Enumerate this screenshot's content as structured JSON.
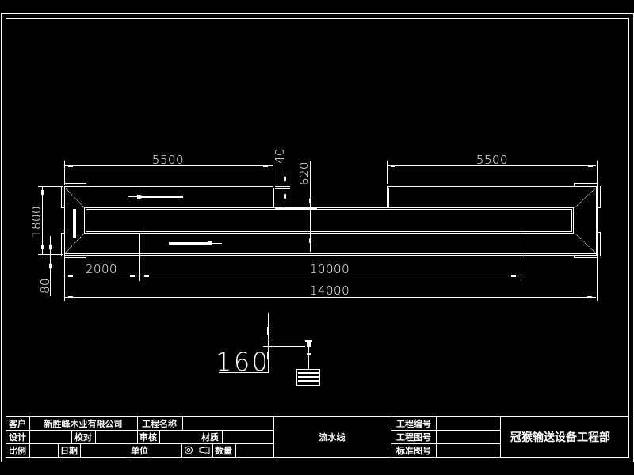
{
  "drawing": {
    "background_color": "#000000",
    "line_color": "#ffffff",
    "dimensions": {
      "left_top_length": "5500",
      "right_top_length": "5500",
      "gap_40": "40",
      "gap_620": "620",
      "width_1800": "1800",
      "offset_80": "80",
      "segment_2000": "2000",
      "segment_10000": "10000",
      "total_14000": "14000",
      "detail_160": "160"
    },
    "flow_arrows": [
      {
        "direction": "left",
        "location": "upper-left-run"
      },
      {
        "direction": "down",
        "location": "left-end-turn"
      },
      {
        "direction": "right",
        "location": "lower-run"
      }
    ]
  },
  "title_block": {
    "row1": {
      "customer_label": "客户",
      "customer_value": "新胜峰木业有限公司",
      "project_name_label": "工程名称",
      "project_name_value": ""
    },
    "row2": {
      "design_label": "设计",
      "design_value": "",
      "check_label": "校对",
      "check_value": "",
      "review_label": "审核",
      "review_value": "",
      "material_label": "材质",
      "material_value": ""
    },
    "row3": {
      "scale_label": "比例",
      "scale_value": "",
      "date_label": "日期",
      "date_value": "",
      "unit_label": "单位",
      "unit_value": "",
      "projection_symbol": "first-angle-projection-icon",
      "quantity_label": "数量",
      "quantity_value": ""
    },
    "drawing_name": "流水线",
    "project_no_label": "工程编号",
    "project_no_value": "",
    "drawing_no_label": "工程图号",
    "drawing_no_value": "",
    "standard_no_label": "标准图号",
    "standard_no_value": "",
    "company": "冠猴输送设备工程部"
  }
}
